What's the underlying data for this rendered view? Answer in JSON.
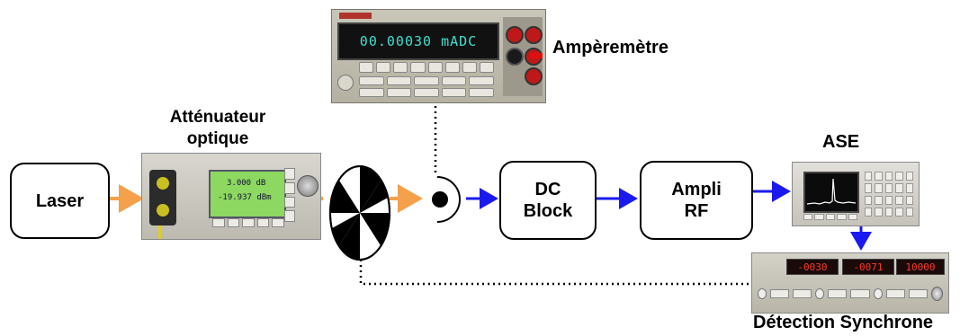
{
  "blocks": {
    "laser": "Laser",
    "dc_block_line1": "DC",
    "dc_block_line2": "Block",
    "ampli_line1": "Ampli",
    "ampli_line2": "RF"
  },
  "labels": {
    "attenuator_line1": "Atténuateur",
    "attenuator_line2": "optique",
    "ammeter": "Ampèremètre",
    "ase": "ASE",
    "lockin": "Détection Synchrone"
  },
  "devices": {
    "ammeter_display": "00.00030 mADC",
    "attenuator_display_1": "3.000 dB",
    "attenuator_display_2": "-19.937 dBm",
    "lockin_display_1": "-0030",
    "lockin_display_2": "-0071",
    "lockin_display_3": "10000"
  },
  "colors": {
    "optical": "#f5a04a",
    "electrical": "#1a1aee",
    "reference": "#000000"
  }
}
